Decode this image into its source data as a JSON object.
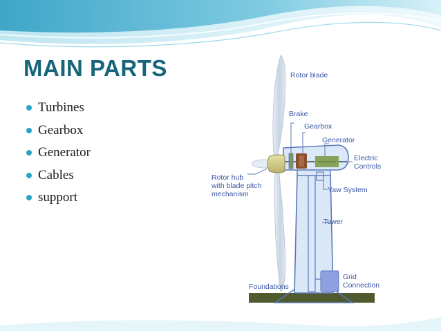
{
  "slide": {
    "title": "MAIN PARTS",
    "bullets": [
      "Turbines",
      "Gearbox",
      "Generator",
      "Cables",
      "support"
    ]
  },
  "diagram": {
    "labels": {
      "rotor_blade": "Rotor blade",
      "brake": "Brake",
      "gearbox": "Gearbox",
      "generator": "Generator",
      "electric_line1": "Electric",
      "electric_line2": "Controls",
      "rotor_hub_line1": "Rotor hub",
      "rotor_hub_line2": "with blade pitch",
      "rotor_hub_line3": "mechanism",
      "yaw_system": "Yaw System",
      "tower": "Tower",
      "grid_line1": "Grid",
      "grid_line2": "Connection",
      "foundations": "Foundations"
    }
  },
  "colors": {
    "title": "#17657a",
    "bullet": "#2aa3c6",
    "label": "#3a55a4",
    "outline": "#5b79b8",
    "wave_dark": "#3fa6c8",
    "wave_light": "#bfe6f2"
  }
}
